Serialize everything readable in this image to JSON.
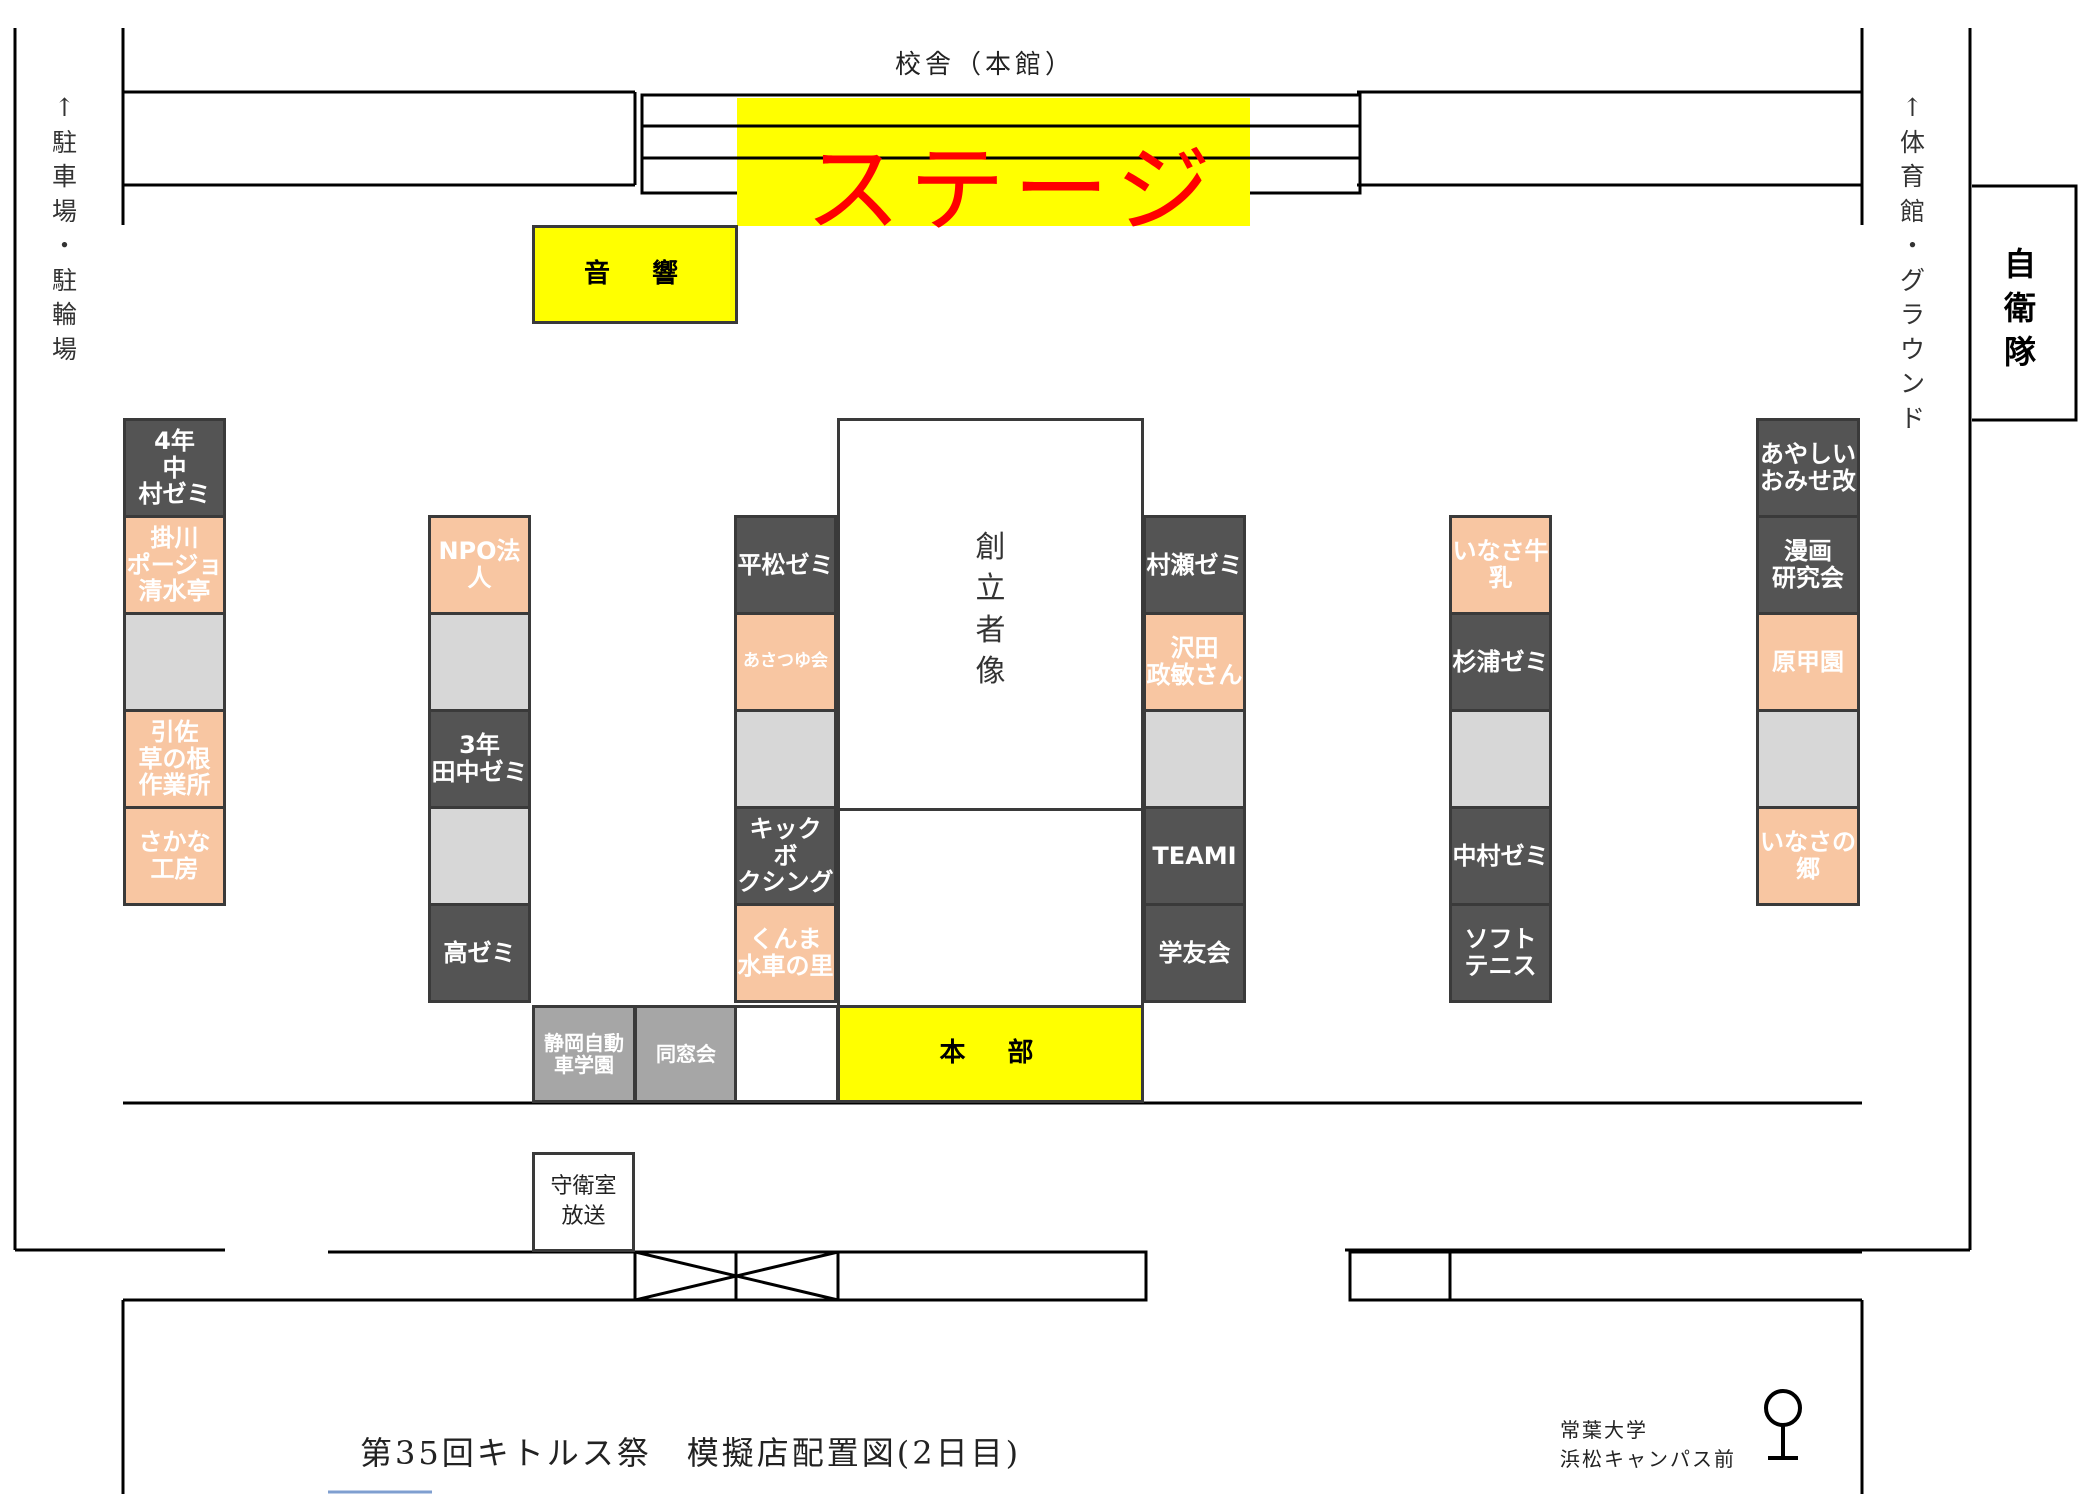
{
  "buildings": {
    "main_building": "校舎（本館）",
    "parking": "↑駐車場・駐輪場",
    "gym": "↑体育館・グラウンド",
    "sdf": "自衛隊",
    "stage": "ステージ",
    "sound": "音　響",
    "statue": "創立者像",
    "hq": "本　部",
    "guard_room": "守衛室\n放送"
  },
  "booths": {
    "col1": [
      "4年　　中\n村ゼミ",
      "掛川\nポージョ\n清水亭",
      "",
      "引佐\n草の根\n作業所",
      "さかな\n工房"
    ],
    "col2": [
      "NPO法人",
      "",
      "3年\n田中ゼミ",
      "",
      "高ゼミ"
    ],
    "col3": [
      "平松ゼミ",
      "あさつゆ会",
      "",
      "キック　ボ\nクシング",
      "くんま\n水車の里"
    ],
    "col4": [
      "村瀬ゼミ",
      "沢田\n政敏さん",
      "",
      "TEAMI",
      "学友会"
    ],
    "col5": [
      "いなさ牛\n乳",
      "杉浦ゼミ",
      "",
      "中村ゼミ",
      "ソフト\nテニス"
    ],
    "col6": [
      "あやしい\nおみせ改",
      "漫画\n研究会",
      "原甲園",
      "",
      "いなさの\n郷"
    ],
    "bottom": [
      "静岡自動\n車学園",
      "同窓会"
    ]
  },
  "footer": {
    "title": "第35回キトルス祭　模擬店配置図(2日目)",
    "bus_stop": "常葉大学\n浜松キャンパス前"
  },
  "colors": {
    "dark_booth": "#545454",
    "orange_booth": "#f8c6a2",
    "empty_booth": "#d7d7d7",
    "gray_booth": "#a6a6a6",
    "highlight": "#ffff00",
    "stage_text": "#ff0000"
  }
}
